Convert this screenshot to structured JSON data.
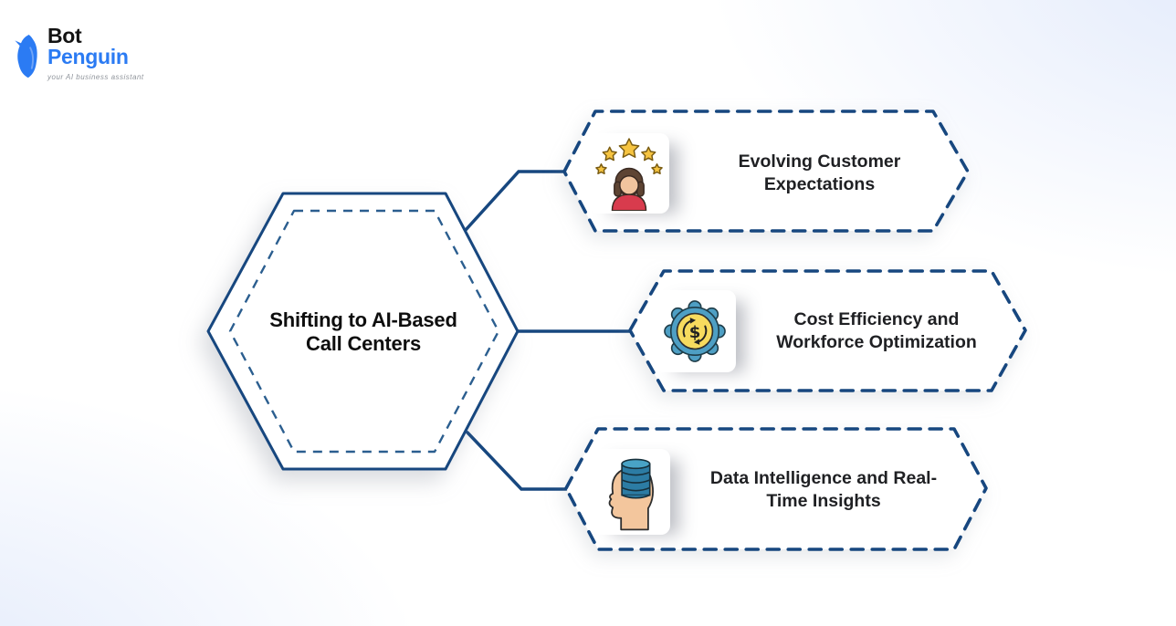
{
  "logo": {
    "brand_first": "Bot",
    "brand_second": "Penguin",
    "tagline": "your AI business assistant"
  },
  "diagram": {
    "center": {
      "title_line1": "Shifting to AI-Based",
      "title_line2": "Call Centers"
    },
    "nodes": [
      {
        "id": "evolving-customer-expectations",
        "icon": "customer-stars-icon",
        "line1": "Evolving Customer",
        "line2": "Expectations"
      },
      {
        "id": "cost-efficiency-workforce-optimization",
        "icon": "dollar-gear-icon",
        "line1": "Cost Efficiency and",
        "line2": "Workforce Optimization"
      },
      {
        "id": "data-intelligence-real-time-insights",
        "icon": "data-head-icon",
        "line1": "Data Intelligence and Real-",
        "line2": "Time Insights"
      }
    ]
  },
  "colors": {
    "navy": "#17477F",
    "navyInner": "#2B5E8F",
    "brandBlue": "#2B7BF3",
    "bgTint": "#E2EAFB",
    "starYellow": "#F6C441",
    "gearBlue": "#4E9FC4",
    "coinYellow": "#F7DB5E",
    "skinTone": "#F3C69D",
    "shirtRed": "#D83B4D",
    "dataTeal": "#2C7CA4"
  }
}
